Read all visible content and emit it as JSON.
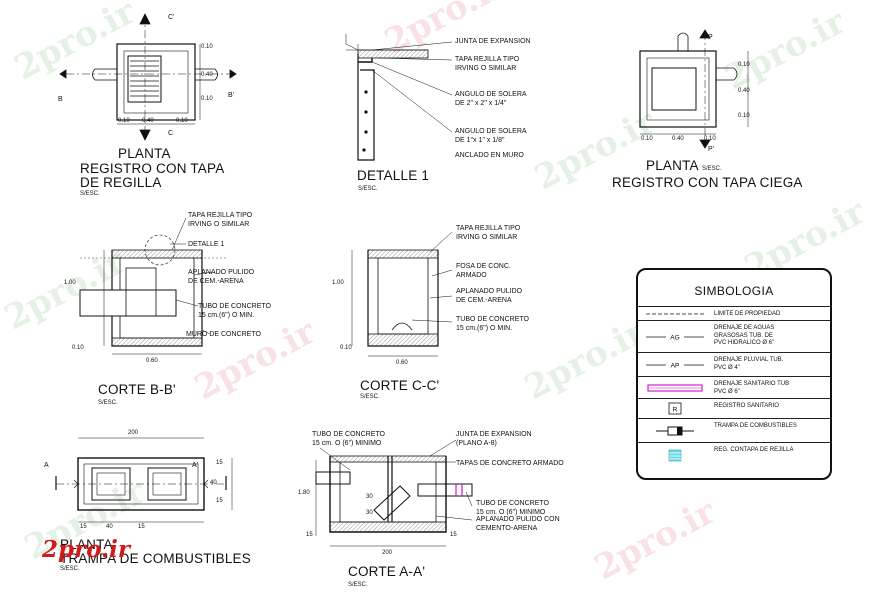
{
  "watermark": "2pro.ir",
  "logo": "2pro.ir",
  "planta_regilla": {
    "title": "PLANTA",
    "subtitle": "REGISTRO CON TAPA\nDE REGILLA",
    "scale": "S/ESC.",
    "section_marks": [
      "C'",
      "C",
      "B",
      "B'"
    ],
    "dims": [
      "0.10",
      "0.40",
      "0.10",
      "0.10",
      "0.40",
      "0.10"
    ]
  },
  "detalle1": {
    "title": "DETALLE 1",
    "scale": "S/ESC.",
    "notes": [
      "JUNTA DE EXPANSION",
      "TAPA REJILLA TIPO\nIRVING O SIMILAR",
      "ANGULO DE SOLERA\nDE 2\" x 2\" x 1/4\"",
      "ANGULO DE SOLERA\nDE 1\"x 1\" x 1/8\"",
      "ANCLADO EN MURO"
    ]
  },
  "planta_ciega": {
    "title": "PLANTA",
    "scale": "S/ESC.",
    "subtitle": "REGISTRO CON TAPA CIEGA",
    "section_marks": [
      "P",
      "P'"
    ],
    "dims": [
      "0.10",
      "0.40",
      "0.10",
      "0.10",
      "0.40",
      "0.10"
    ]
  },
  "corte_bb": {
    "title": "CORTE B-B'",
    "scale": "S/ESC.",
    "notes": [
      "TAPA REJILLA TIPO\nIRVING O SIMILAR",
      "DETALLE 1",
      "APLANADO PULIDO\nDE CEM.-ARENA",
      "TUBO DE CONCRETO\n15 cm.(6\") O MIN.",
      "MURO DE CONCRETO"
    ],
    "dims": [
      "1.00",
      "0.10",
      "0.60"
    ]
  },
  "corte_cc": {
    "title": "CORTE C-C'",
    "scale": "S/ESC.",
    "notes": [
      "TAPA REJILLA TIPO\nIRVING O SIMILAR",
      "FOSA DE CONC.\nARMADO",
      "APLANADO PULIDO\nDE CEM.-ARENA",
      "TUBO DE CONCRETO\n15 cm.(6\") O MIN."
    ],
    "dims": [
      "1.00",
      "0.10",
      "0.60"
    ]
  },
  "planta_trampa": {
    "title": "PLANTA\nTRAMPA DE COMBUSTIBLES",
    "scale": "S/ESC.",
    "section_marks": [
      "A",
      "A'"
    ],
    "dims": [
      "200",
      "15",
      "40",
      "15",
      "15",
      "40",
      "15"
    ]
  },
  "corte_aa": {
    "title": "CORTE A-A'",
    "scale": "S/ESC.",
    "notes": [
      "TUBO DE CONCRETO\n15 cm. O (6\") MINIMO",
      "JUNTA DE EXPANSION\n(PLANO A-8)",
      "TAPAS DE CONCRETO ARMADO",
      "TUBO DE CONCRETO\n15 cm. O (6\") MINIMO",
      "APLANADO PULIDO CON\nCEMENTO-ARENA"
    ],
    "dims": [
      "1.80",
      "30",
      "30",
      "200",
      "15",
      "15"
    ]
  },
  "legend": {
    "title": "SIMBOLOGIA",
    "rows": [
      {
        "symbol": "dashed-line",
        "tag": "",
        "desc": "LIMITE DE PROPIEDAD"
      },
      {
        "symbol": "line-ag",
        "tag": "AG",
        "desc": "DRENAJE DE AGUAS\nGRASOSAS TUB. DE\nPVC HIDRALICO Ø 6\""
      },
      {
        "symbol": "line-ap",
        "tag": "AP",
        "desc": "DRENAJE PLUVIAL TUB.\nPVC Ø 4\""
      },
      {
        "symbol": "pipe-magenta",
        "tag": "",
        "desc": "DRENAJE SANITARIO TUB\nPVC Ø 6\""
      },
      {
        "symbol": "box-r",
        "tag": "R",
        "desc": "REGISTRO SANITARIO"
      },
      {
        "symbol": "trap",
        "tag": "",
        "desc": "TRAMPA DE COMBUSTIBLES"
      },
      {
        "symbol": "grate",
        "tag": "",
        "desc": "REG. CONTAPA DE REJILLA"
      }
    ],
    "colors": {
      "pipe": "#d020d0",
      "grate": "#6ad6e6"
    }
  }
}
